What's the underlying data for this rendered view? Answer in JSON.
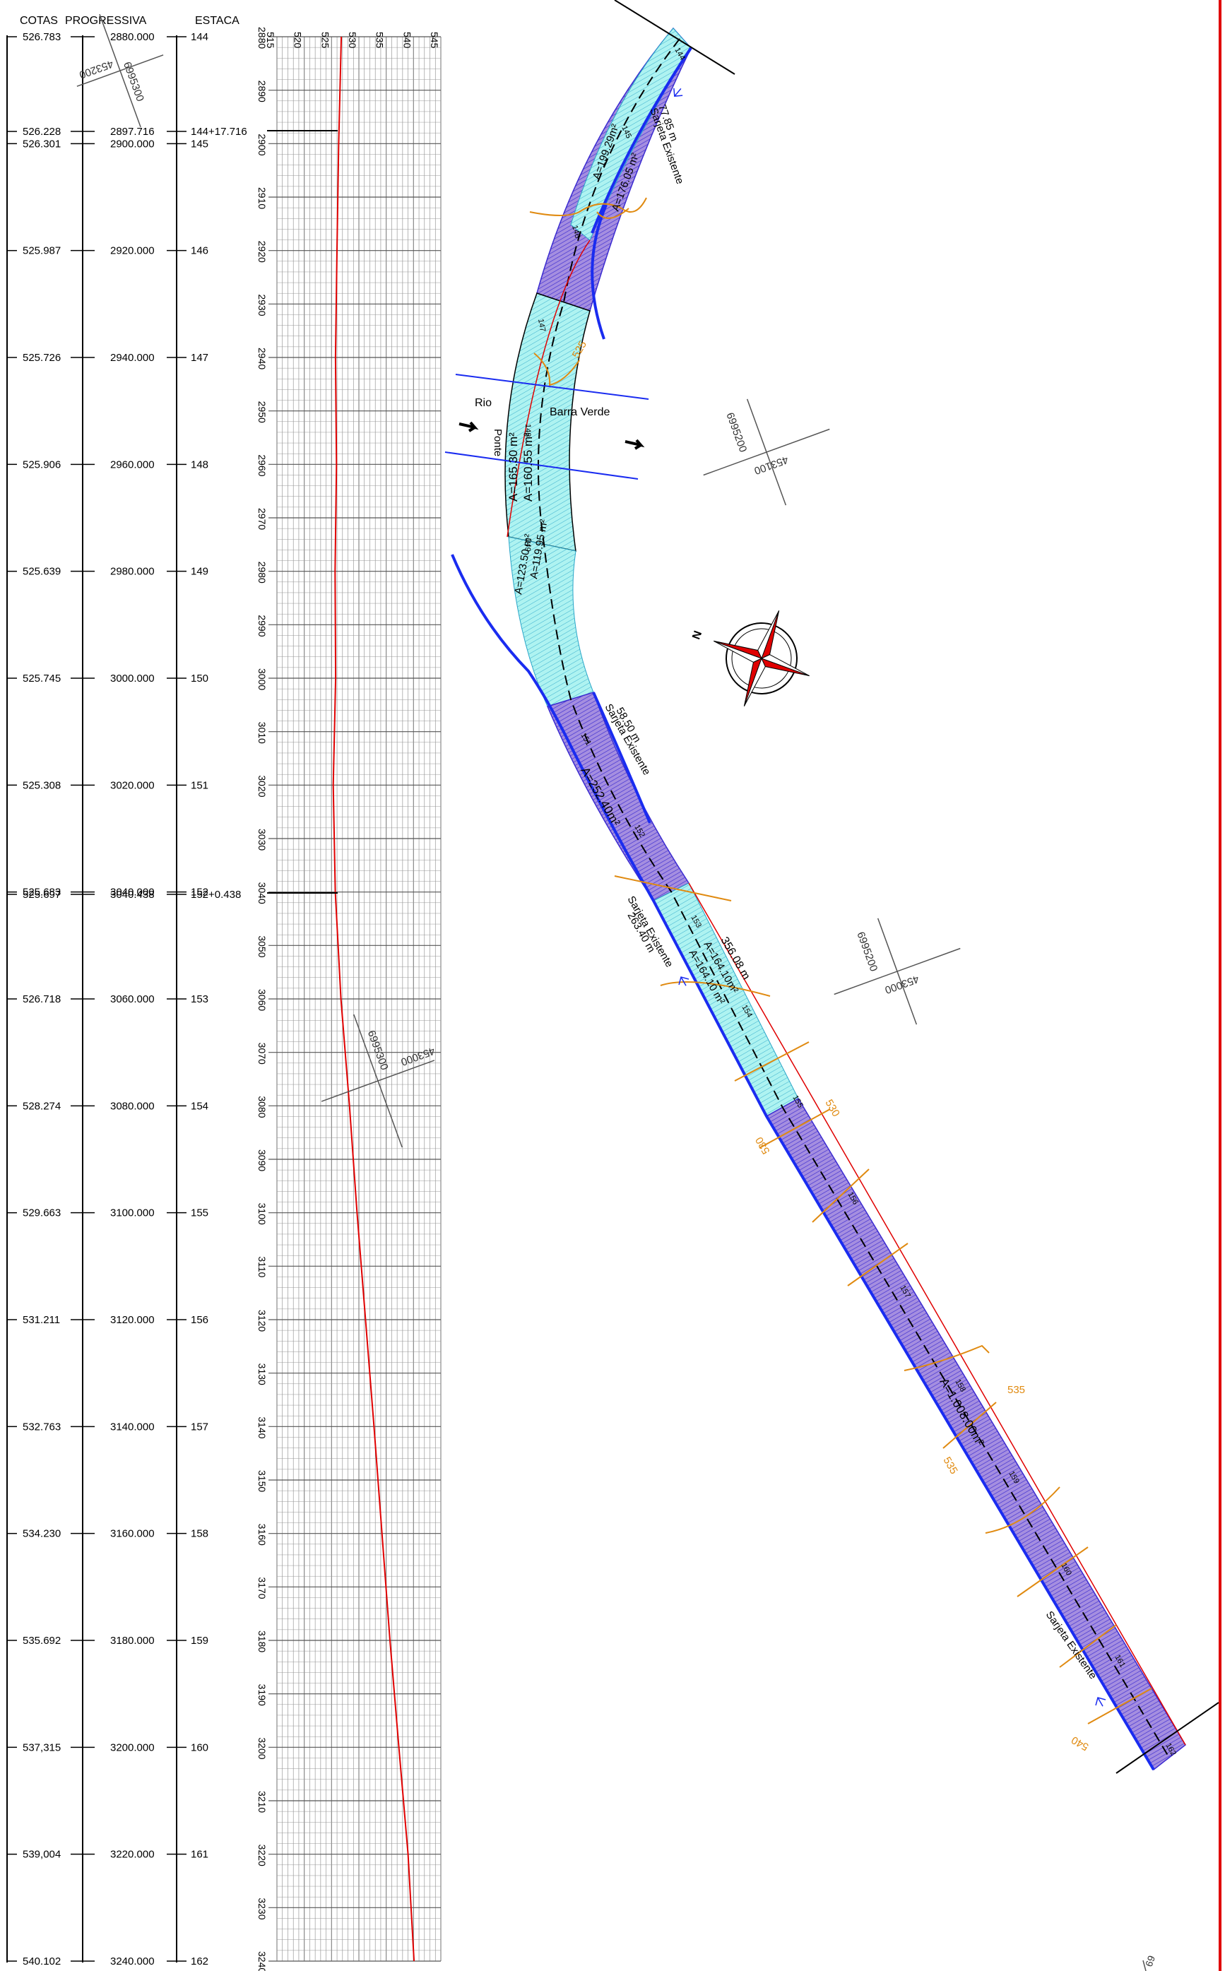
{
  "headers": {
    "cotas": "COTAS",
    "progressiva": "PROGRESSIVA",
    "estaca": "ESTACA"
  },
  "table": [
    {
      "cota": "526.783",
      "prog": "2880.000",
      "estaca": "144"
    },
    {
      "cota": "526.228",
      "prog": "2897.716",
      "estaca": "144+17.716"
    },
    {
      "cota": "526.301",
      "prog": "2900.000",
      "estaca": "145"
    },
    {
      "cota": "525.987",
      "prog": "2920.000",
      "estaca": "146"
    },
    {
      "cota": "525.726",
      "prog": "2940.000",
      "estaca": "147"
    },
    {
      "cota": "525.906",
      "prog": "2960.000",
      "estaca": "148"
    },
    {
      "cota": "525.639",
      "prog": "2980.000",
      "estaca": "149"
    },
    {
      "cota": "525.745",
      "prog": "3000.000",
      "estaca": "150"
    },
    {
      "cota": "525.308",
      "prog": "3020.000",
      "estaca": "151"
    },
    {
      "cota": "525.683",
      "prog": "3040.000",
      "estaca": "152"
    },
    {
      "cota": "525.697",
      "prog": "3040.438",
      "estaca": "152+0.438"
    },
    {
      "cota": "526.718",
      "prog": "3060.000",
      "estaca": "153"
    },
    {
      "cota": "528.274",
      "prog": "3080.000",
      "estaca": "154"
    },
    {
      "cota": "529.663",
      "prog": "3100.000",
      "estaca": "155"
    },
    {
      "cota": "531.211",
      "prog": "3120.000",
      "estaca": "156"
    },
    {
      "cota": "532.763",
      "prog": "3140.000",
      "estaca": "157"
    },
    {
      "cota": "534.230",
      "prog": "3160.000",
      "estaca": "158"
    },
    {
      "cota": "535.692",
      "prog": "3180.000",
      "estaca": "159"
    },
    {
      "cota": "537,315",
      "prog": "3200.000",
      "estaca": "160"
    },
    {
      "cota": "539,004",
      "prog": "3220.000",
      "estaca": "161"
    },
    {
      "cota": "540.102",
      "prog": "3240.000",
      "estaca": "162"
    }
  ],
  "profile": {
    "elev_ticks": [
      "515",
      "520",
      "525",
      "530",
      "535",
      "540",
      "545"
    ],
    "chain_ticks": [
      "2880",
      "2890",
      "2900",
      "2910",
      "2920",
      "2930",
      "2940",
      "2950",
      "2960",
      "2970",
      "2980",
      "2990",
      "3000",
      "3010",
      "3020",
      "3030",
      "3040",
      "3050",
      "3060",
      "3070",
      "3080",
      "3090",
      "3100",
      "3110",
      "3120",
      "3130",
      "3140",
      "3150",
      "3160",
      "3170",
      "3180",
      "3190",
      "3200",
      "3210",
      "3220",
      "3230",
      "3240"
    ],
    "elevations": [
      526.783,
      526.301,
      525.987,
      525.726,
      525.906,
      525.639,
      525.745,
      525.308,
      525.683,
      526.718,
      528.274,
      529.663,
      531.211,
      532.763,
      534.23,
      535.692,
      537.315,
      539.004,
      540.102
    ],
    "line_color": "#e00000"
  },
  "coords": {
    "a_n": "6995300",
    "a_e": "453200",
    "b_n": "6995200",
    "b_e": "453100",
    "c_n": "6995200",
    "c_e": "453000",
    "d_n": "6995300",
    "d_e": "453000",
    "bottom_fragment": "69"
  },
  "labels": {
    "rio": "Rio",
    "ponte": "Ponte",
    "barra_verde": "Barra Verde",
    "sarjeta1": "Sarjeta Existente",
    "sarjeta1_len": "77.85 m",
    "sarjeta2": "Sarjeta Existente",
    "sarjeta2_len": "58.50 m",
    "sarjeta3": "Sarjeta Existente",
    "sarjeta3_len": "263.40 m",
    "sarjeta4": "Sarjeta Existente",
    "length_356": "356.08 m",
    "areas": [
      "A=199.29m²",
      "A=176.05 m²",
      "A=160.55 m²",
      "A=165.30 m²",
      "A=119.95 m²",
      "A=123.50 m²",
      "A=252.40m²",
      "A=164.10m²",
      "A=164.10 m²",
      "A=1.008.00m²"
    ],
    "contours": [
      "525",
      "530",
      "530",
      "535",
      "535",
      "540"
    ],
    "stations": [
      "144",
      "145",
      "146",
      "147",
      "148",
      "149",
      "151",
      "152",
      "153",
      "154",
      "155",
      "156",
      "157",
      "158",
      "159",
      "160",
      "161",
      "162"
    ]
  },
  "colors": {
    "purple": "#a58ee0",
    "cyan": "#aef3f1",
    "blue": "#1a2cf0",
    "orange": "#e08a10",
    "red": "#e00000"
  }
}
